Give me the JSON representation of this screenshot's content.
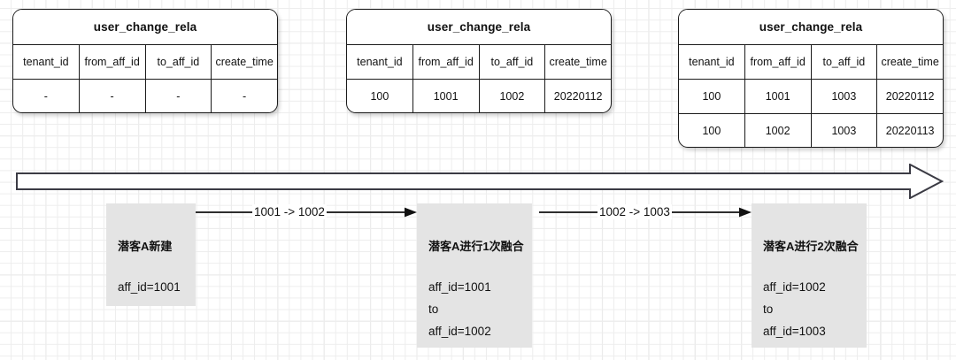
{
  "diagram": {
    "title_text": "user_change_rela",
    "columns": [
      "tenant_id",
      "from_aff_id",
      "to_aff_id",
      "create_time"
    ],
    "tables": [
      {
        "name": "user_change_rela",
        "rows": [
          [
            "-",
            "-",
            "-",
            "-"
          ]
        ]
      },
      {
        "name": "user_change_rela",
        "rows": [
          [
            "100",
            "1001",
            "1002",
            "20220112"
          ]
        ]
      },
      {
        "name": "user_change_rela",
        "rows": [
          [
            "100",
            "1001",
            "1003",
            "20220112"
          ],
          [
            "100",
            "1002",
            "1003",
            "20220113"
          ]
        ]
      }
    ],
    "steps": [
      {
        "title": "潜客A新建",
        "lines": [
          "aff_id=1001"
        ]
      },
      {
        "title": "潜客A进行1次融合",
        "lines": [
          "aff_id=1001",
          "to",
          "aff_id=1002"
        ]
      },
      {
        "title": "潜客A进行2次融合",
        "lines": [
          "aff_id=1002",
          "to",
          "aff_id=1003"
        ]
      }
    ],
    "connectors": [
      {
        "label": "1001 -> 1002"
      },
      {
        "label": "1002 -> 1003"
      }
    ],
    "colors": {
      "stroke": "#1a1a1a",
      "box_fill": "#e4e4e4",
      "grid_minor": "#ededed",
      "grid_major": "#e0e0e0",
      "canvas": "#ffffff"
    }
  }
}
